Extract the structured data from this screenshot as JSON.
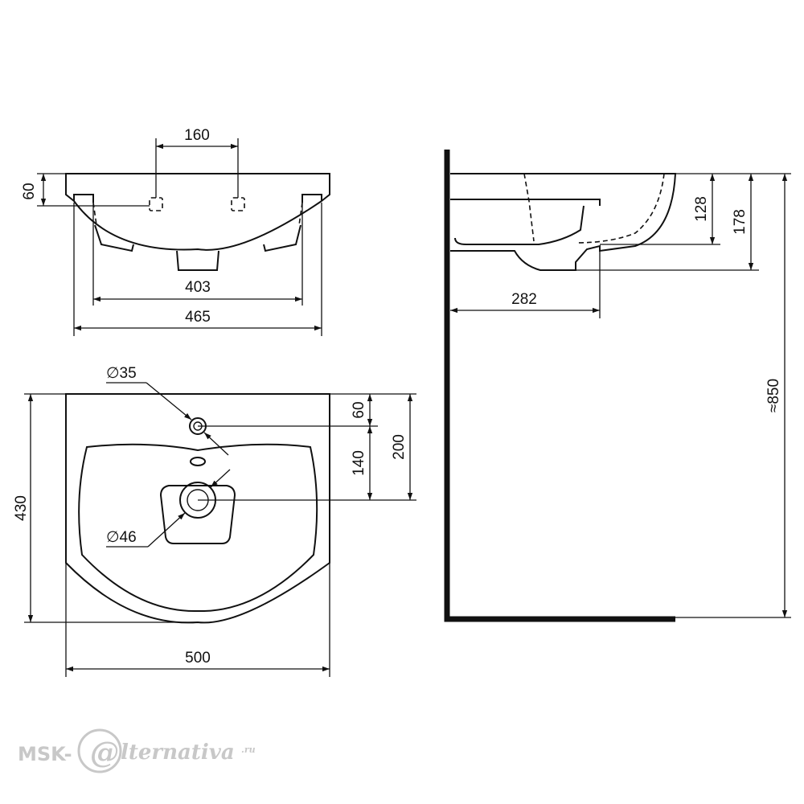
{
  "front_view": {
    "dims": {
      "tap_spacing": "160",
      "rim_height": "60",
      "inner_width": "403",
      "outer_width": "465"
    }
  },
  "top_view": {
    "dims": {
      "tap_hole_diameter": "∅35",
      "drain_diameter": "∅46",
      "tap_offset": "60",
      "tap_to_drain": "140",
      "back_to_drain": "200",
      "depth": "430",
      "width": "500"
    }
  },
  "side_view": {
    "dims": {
      "bowl_depth": "128",
      "total_height": "178",
      "projection": "282",
      "install_height": "≈850"
    }
  },
  "watermark": {
    "prefix": "MSK-",
    "at_symbol": "@",
    "suffix": "lternativa",
    "domain": ".ru"
  }
}
